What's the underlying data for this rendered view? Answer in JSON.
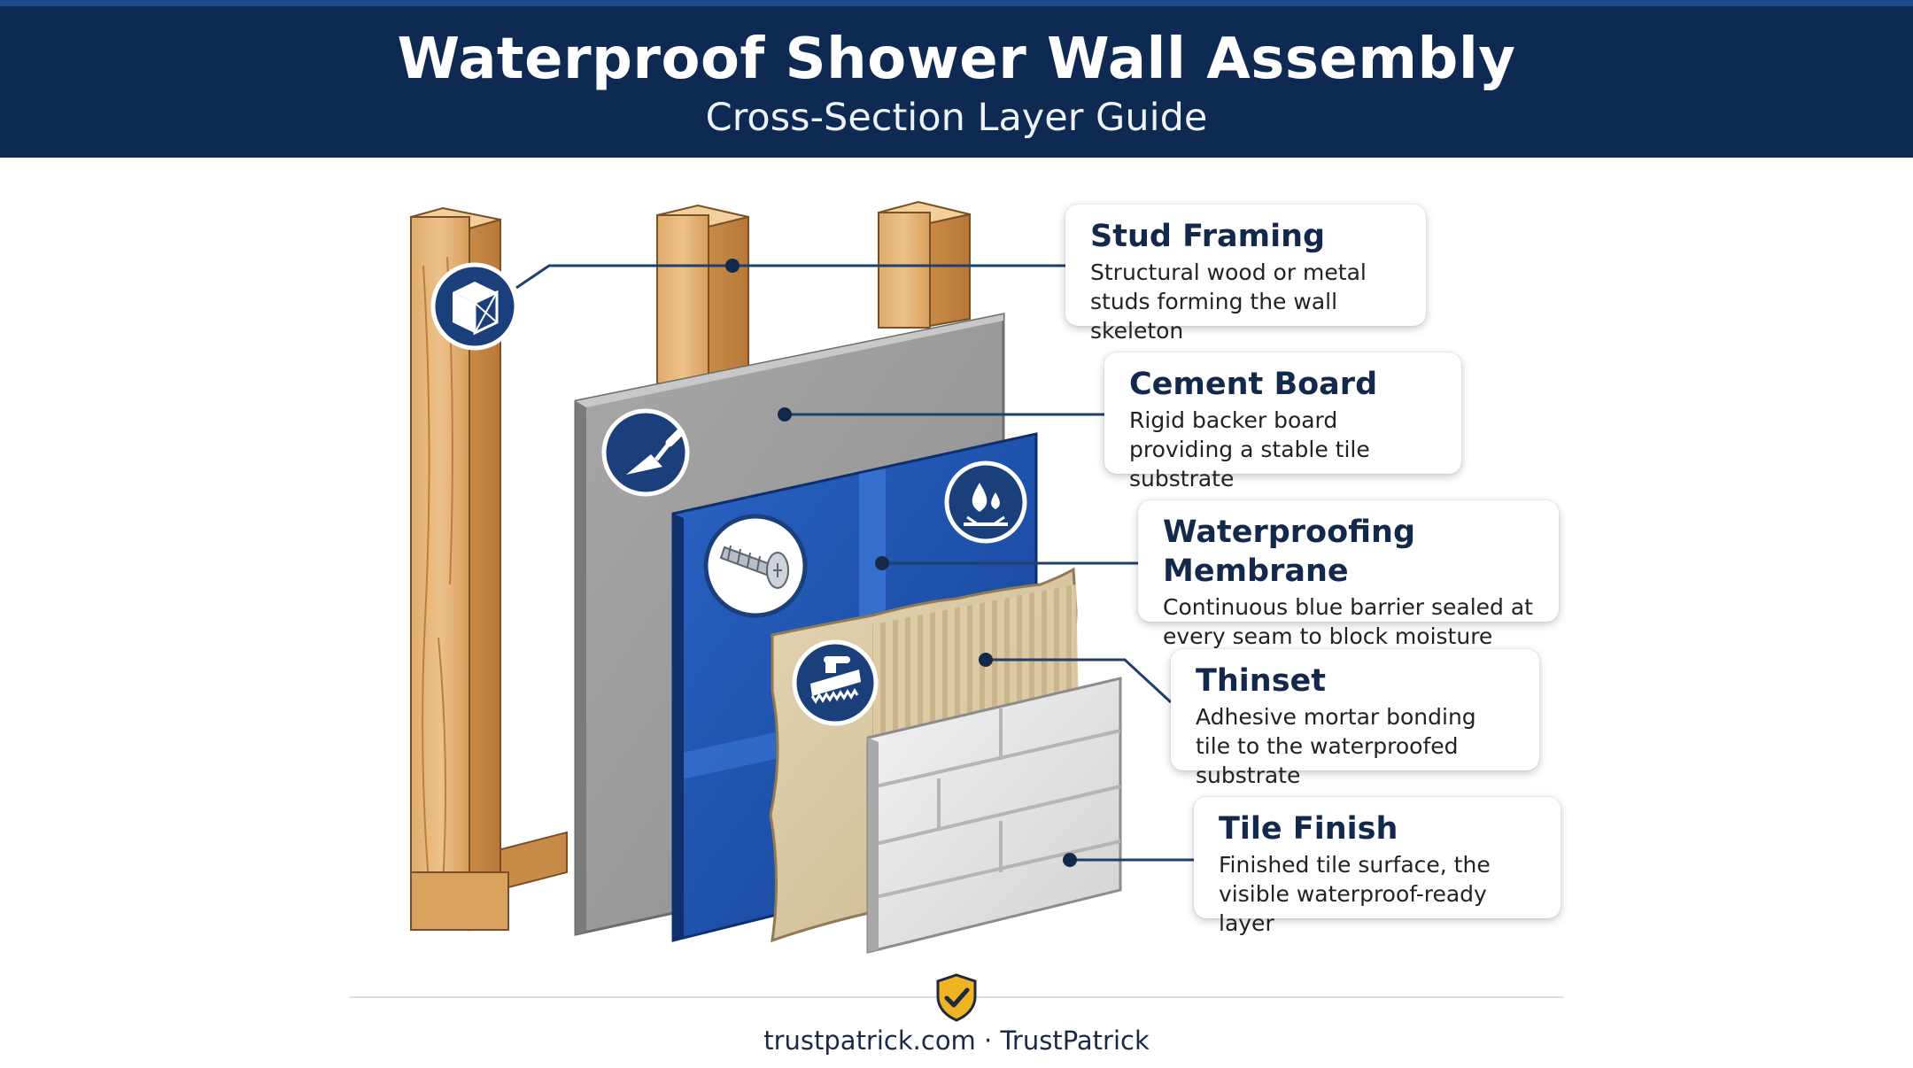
{
  "header": {
    "title": "Waterproof Shower Wall Assembly",
    "subtitle": "Cross-Section Layer Guide"
  },
  "layers": [
    {
      "title": "Stud Framing",
      "description": "Structural wood or metal studs forming the wall skeleton",
      "icon": "stud-cube-icon"
    },
    {
      "title": "Cement Board",
      "description": "Rigid backer board providing a stable tile substrate",
      "icon": "trowel-icon"
    },
    {
      "title": "Waterproofing Membrane",
      "description": "Continuous blue barrier sealed at every seam to block moisture",
      "icon": "water-drop-icon"
    },
    {
      "title": "Thinset",
      "description": "Adhesive mortar bonding tile to the waterproofed substrate",
      "icon": "notched-trowel-icon"
    },
    {
      "title": "Tile Finish",
      "description": "Finished tile surface, the visible waterproof-ready layer",
      "icon": "tile-icon"
    }
  ],
  "extra_icons": [
    "screw-icon"
  ],
  "footer": {
    "text": "trustpatrick.com · TrustPatrick",
    "logo_icon": "shield-check-icon"
  },
  "colors": {
    "header_bg": "#0e2a52",
    "accent_blue": "#1f57b4",
    "wood": "#d9a766",
    "cement": "#9b9b9b",
    "thinset": "#d8c8a6",
    "tile": "#e6e6e6",
    "shield_gold": "#f0b323"
  }
}
